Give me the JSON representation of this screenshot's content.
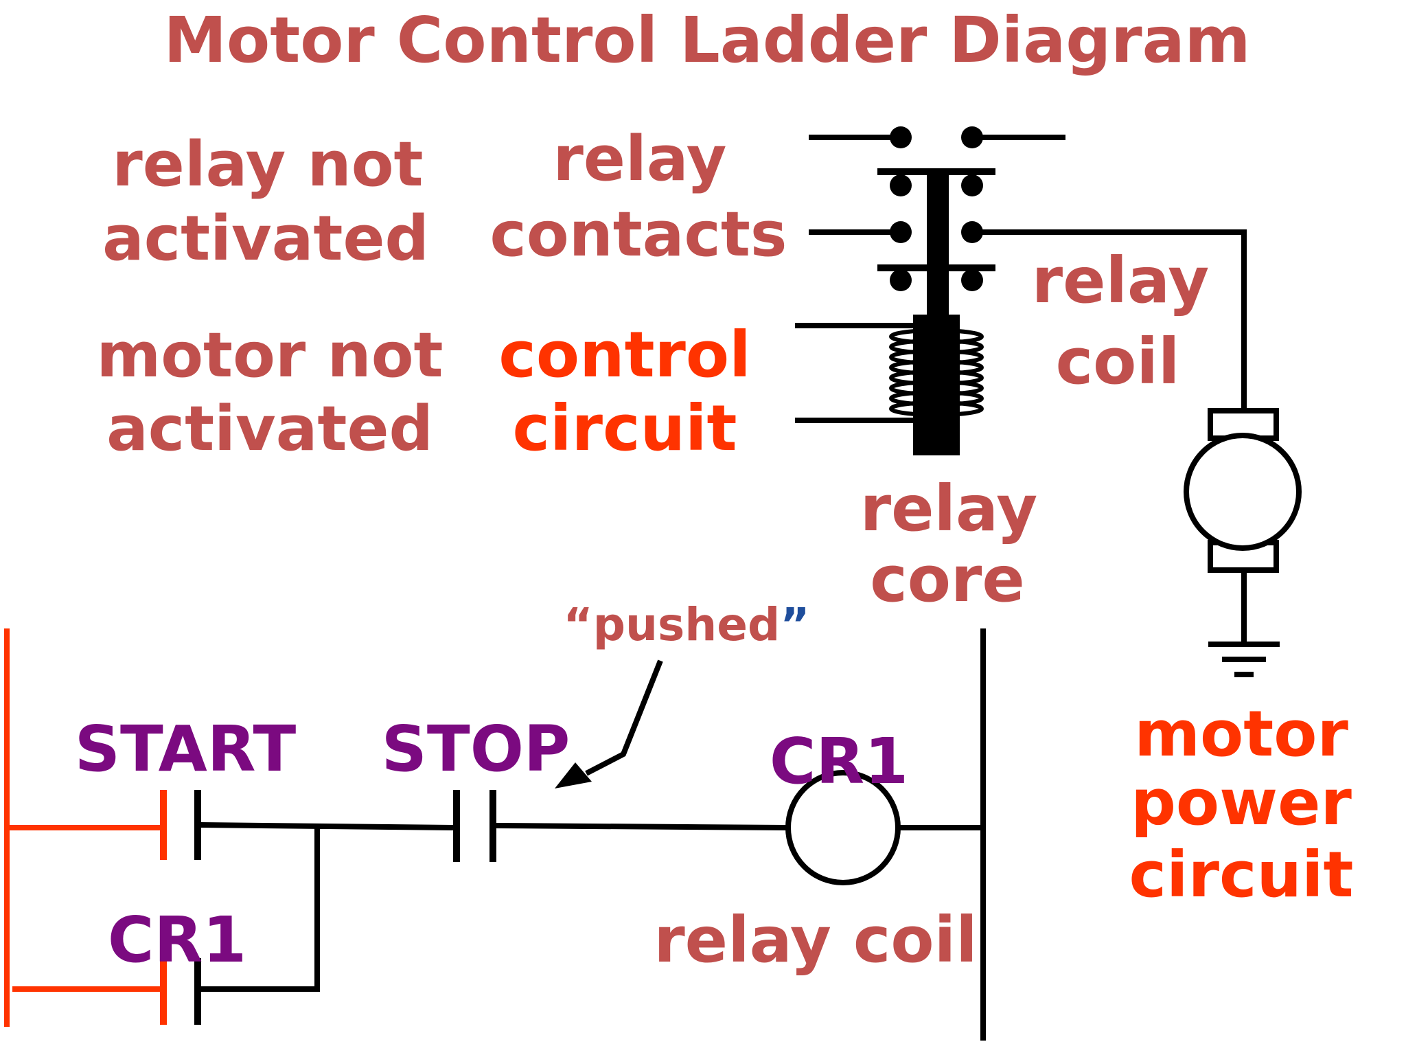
{
  "title": "Motor Control Ladder Diagram",
  "labels": {
    "relay_not_activated": [
      "relay not",
      "activated"
    ],
    "relay_contacts": [
      "relay",
      "contacts"
    ],
    "motor_not_activated": [
      "motor not",
      "activated"
    ],
    "control_circuit": [
      "control",
      "circuit"
    ],
    "relay_coil_top": [
      "relay",
      "coil"
    ],
    "relay_core": [
      "relay",
      "core"
    ],
    "motor_power_circuit": [
      "motor",
      "power",
      "circuit"
    ],
    "pushed_open": "“",
    "pushed_word": "pushed",
    "pushed_close": "”",
    "start": "START",
    "stop": "STOP",
    "cr1_coil": "CR1",
    "cr1_contact": "CR1",
    "relay_coil_bottom": "relay coil"
  },
  "colors": {
    "label": "#c0504d",
    "highlight": "#ff3300",
    "ladder_label": "#7b0a80",
    "wire": "#000000",
    "rail": "#ff3300",
    "quote_close": "#1f4e9c"
  }
}
